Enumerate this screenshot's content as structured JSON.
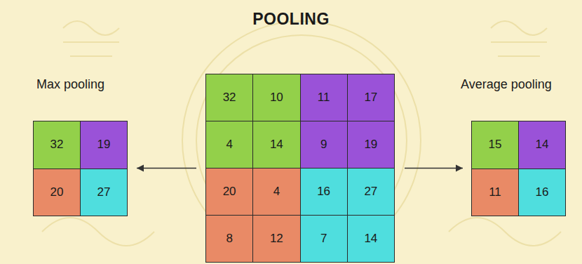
{
  "diagram": {
    "title": "POOLING",
    "nodes": [
      {
        "text": [
          "Max pooling"
        ]
      },
      {
        "text": [
          "32"
        ],
        "in": 0
      },
      {
        "text": [
          "19"
        ],
        "in": 0
      },
      {
        "text": [
          "20"
        ],
        "in": 0
      },
      {
        "text": [
          "27"
        ],
        "in": 0
      },
      {
        "text": []
      },
      {
        "text": [
          "32"
        ],
        "in": 5
      },
      {
        "text": [
          "10"
        ],
        "in": 5
      },
      {
        "text": [
          "11"
        ],
        "in": 5
      },
      {
        "text": [
          "17"
        ],
        "in": 5
      },
      {
        "text": [
          "4"
        ],
        "in": 5
      },
      {
        "text": [
          "14"
        ],
        "in": 5
      },
      {
        "text": [
          "9"
        ],
        "in": 5
      },
      {
        "text": [
          "19"
        ],
        "in": 5
      },
      {
        "text": [
          "20"
        ],
        "in": 5
      },
      {
        "text": [
          "4"
        ],
        "in": 5
      },
      {
        "text": [
          "16"
        ],
        "in": 5
      },
      {
        "text": [
          "27"
        ],
        "in": 5
      },
      {
        "text": [
          "8"
        ],
        "in": 5
      },
      {
        "text": [
          "12"
        ],
        "in": 5
      },
      {
        "text": [
          "7"
        ],
        "in": 5
      },
      {
        "text": [
          "14"
        ],
        "in": 5
      },
      {
        "text": [
          "Average pooling"
        ]
      },
      {
        "text": [
          "15"
        ],
        "in": 22
      },
      {
        "text": [
          "14"
        ],
        "in": 22
      },
      {
        "text": [
          "11"
        ],
        "in": 22
      },
      {
        "text": [
          "16"
        ],
        "in": 22
      }
    ],
    "edges": [
      {
        "from": 5,
        "to": 0,
        "arrow": "to"
      },
      {
        "from": 5,
        "to": 22,
        "arrow": "to"
      }
    ]
  }
}
